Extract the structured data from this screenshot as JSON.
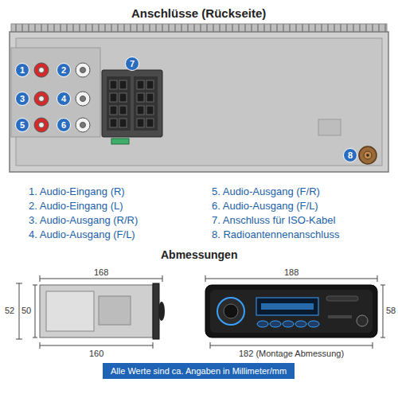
{
  "diagram": {
    "title": "Anschlüsse (Rückseite)",
    "nodes": [
      {
        "text": [
          "1"
        ]
      },
      {
        "text": [
          "2"
        ]
      },
      {
        "text": [
          "3"
        ]
      },
      {
        "text": [
          "4"
        ]
      },
      {
        "text": [
          "5"
        ]
      },
      {
        "text": [
          "6"
        ]
      },
      {
        "text": [
          "7"
        ]
      },
      {
        "text": [
          "8"
        ]
      },
      {
        "text": [
          "Alle Werte sind ca. Angaben in Millimeter/mm"
        ]
      }
    ],
    "labels": [
      "Abmessungen",
      "1. Audio-Eingang (R)",
      "2. Audio-Eingang (L)",
      "3. Audio-Ausgang (R/R)",
      "4. Audio-Ausgang (F/L)",
      "5. Audio-Ausgang (F/R)",
      "6. Audio-Ausgang (F/L)",
      "7. Anschluss für ISO-Kabel",
      "8. Radioantennenanschluss",
      "168",
      "52",
      "50",
      "160",
      "188",
      "58",
      "182 (Montage Abmessung)"
    ]
  }
}
